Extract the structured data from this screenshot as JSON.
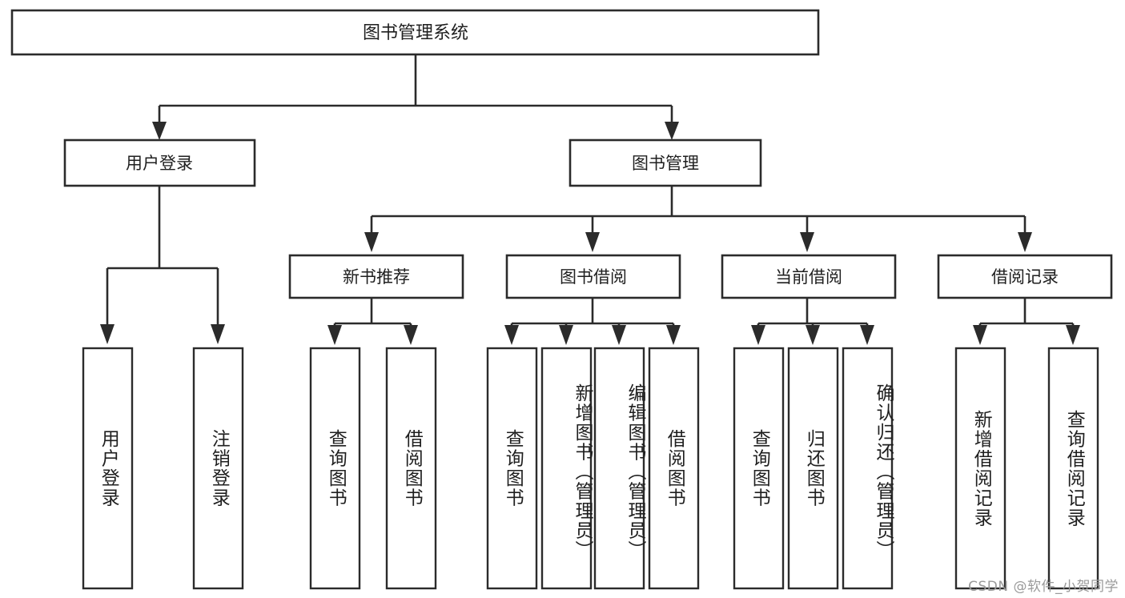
{
  "diagram": {
    "type": "tree",
    "title": "图书管理系统",
    "orientation": "top-down",
    "colors": {
      "background": "#ffffff",
      "box_fill": "#ffffff",
      "box_stroke": "#2b2b2b",
      "connector": "#2b2b2b",
      "text": "#1f1f1f",
      "watermark": "#9a9a9a"
    },
    "root": {
      "label": "图书管理系统"
    },
    "level1": [
      {
        "label": "用户登录"
      },
      {
        "label": "图书管理"
      }
    ],
    "level2": [
      {
        "label": "新书推荐"
      },
      {
        "label": "图书借阅"
      },
      {
        "label": "当前借阅"
      },
      {
        "label": "借阅记录"
      }
    ],
    "leaves": {
      "user_login": [
        {
          "label": "用户登录"
        },
        {
          "label": "注销登录"
        }
      ],
      "new_book_recommend": [
        {
          "label": "查询图书"
        },
        {
          "label": "借阅图书"
        }
      ],
      "book_borrow": [
        {
          "label": "查询图书"
        },
        {
          "label": "新增图书（管理员）"
        },
        {
          "label": "编辑图书（管理员）"
        },
        {
          "label": "借阅图书"
        }
      ],
      "current_borrow": [
        {
          "label": "查询图书"
        },
        {
          "label": "归还图书"
        },
        {
          "label": "确认归还（管理员）"
        }
      ],
      "borrow_record": [
        {
          "label": "新增借阅记录"
        },
        {
          "label": "查询借阅记录"
        }
      ]
    }
  },
  "watermark": {
    "text": "CSDN @软件_小贺同学"
  }
}
